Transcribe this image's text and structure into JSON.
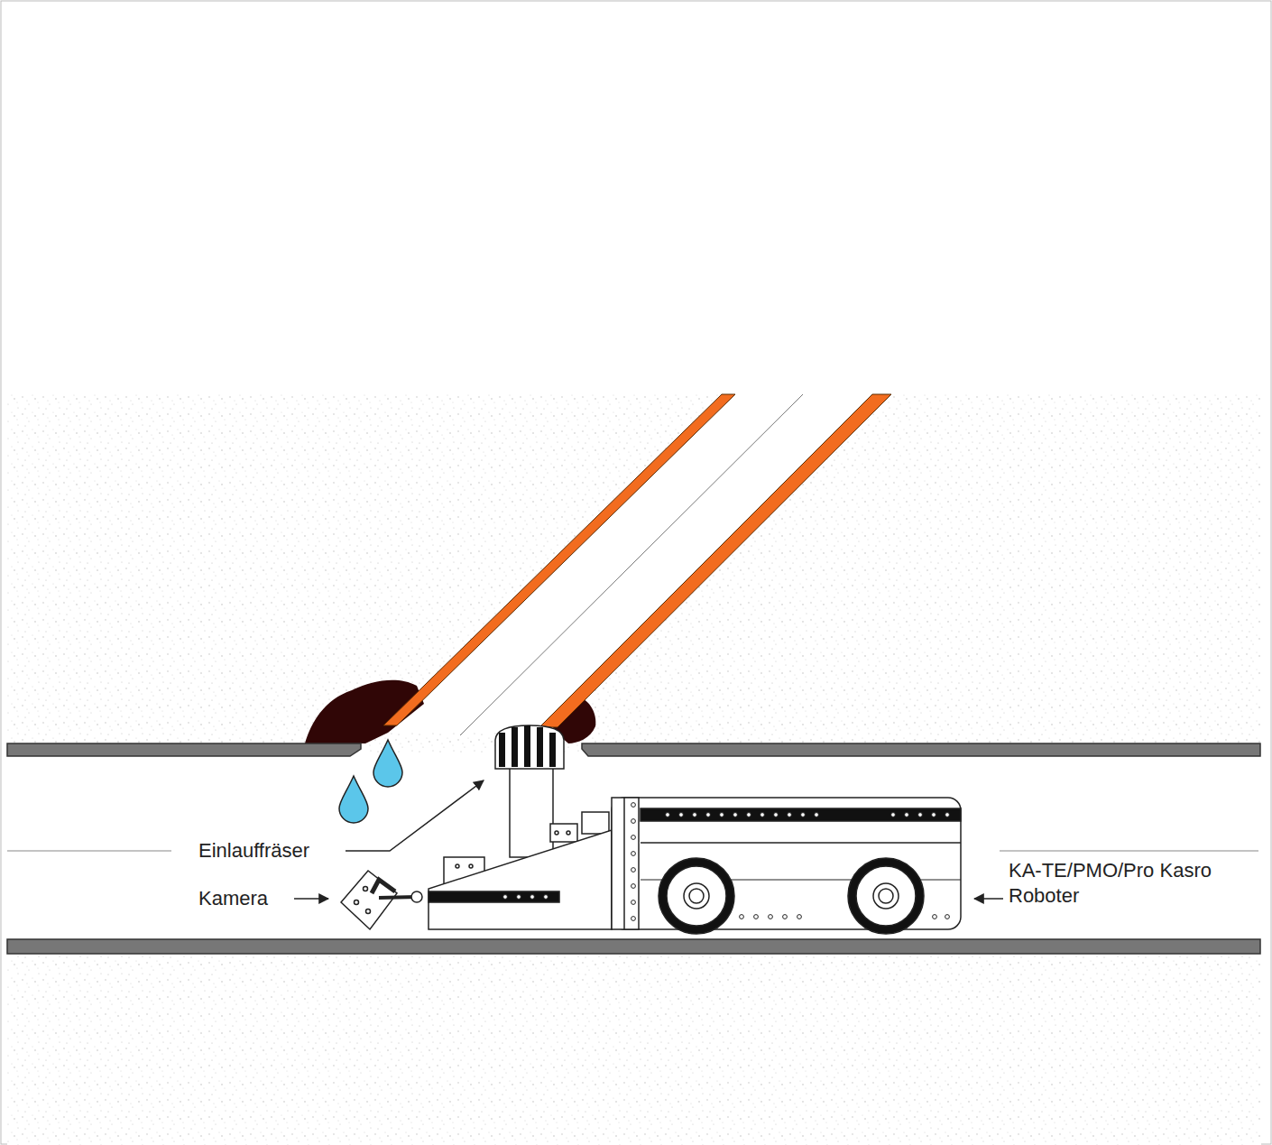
{
  "diagram": {
    "labels": [
      "Einlauffräser",
      "Kamera",
      "KA-TE/PMO/Pro Kasro Roboter"
    ]
  }
}
